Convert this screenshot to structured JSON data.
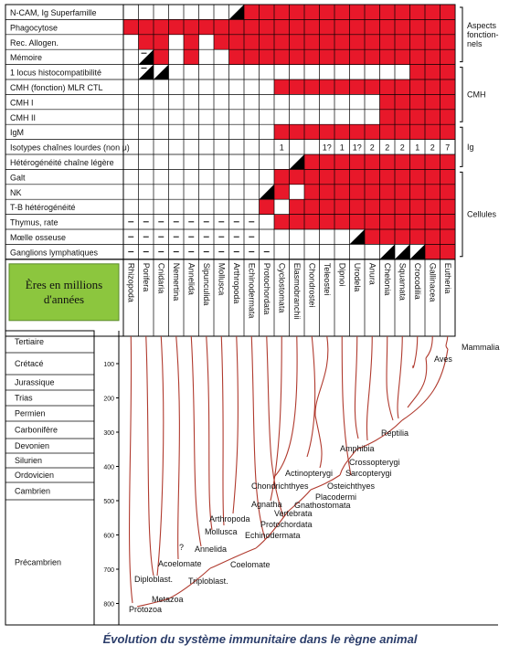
{
  "features": [
    {
      "label": "N-CAM, Ig Superfamille",
      "small": false
    },
    {
      "label": "Phagocytose",
      "small": false
    },
    {
      "label": "Rec. Allogen.",
      "small": false
    },
    {
      "label": "Mémoire",
      "small": false
    },
    {
      "label": "1 locus histocompatibilité",
      "small": false
    },
    {
      "label": "CMH (fonction) MLR CTL",
      "small": false
    },
    {
      "label": "CMH I",
      "small": false
    },
    {
      "label": "CMH II",
      "small": false
    },
    {
      "label": "IgM",
      "small": false
    },
    {
      "label": "Isotypes chaînes lourdes (non μ)",
      "small": true
    },
    {
      "label": "Hétérogénéité chaîne légère",
      "small": true
    },
    {
      "label": "Galt",
      "small": false
    },
    {
      "label": "NK",
      "small": false
    },
    {
      "label": "T-B hétérogénéité",
      "small": false
    },
    {
      "label": "Thymus, rate",
      "small": false
    },
    {
      "label": "Mœlle osseuse",
      "small": false
    },
    {
      "label": "Ganglions lymphatiques",
      "small": false
    }
  ],
  "taxa": [
    "Rhizopoda",
    "Porifera",
    "Cnidaria",
    "Nemertina",
    "Annelida",
    "Sipunculida",
    "Mollusca",
    "Arthropoda",
    "Echinodermata",
    "Protochordata",
    "Cyclostomata",
    "Elasmobranchii",
    "Chondrostei",
    "Teleostei",
    "Dipnoi",
    "Urodela",
    "Anura",
    "Chelonia",
    "Squamata",
    "Crocodilia",
    "Gallinacea",
    "Eutheria"
  ],
  "grid": [
    "____TTTTTTTTTTTTTTTTTT",
    "______________________",
    "______________________",
    "_DD___________________",
    "__________________________",
    "______________________",
    "______________________",
    "______________________",
    "______________________",
    "______________________",
    "______________________",
    "______________________",
    "______________________",
    "______________________",
    "______________________",
    "______________________",
    "______________________"
  ],
  "matrix": [
    "0000000Trrrrrrrrrrrrrr",
    "rrrrrrrrrrrrrrrrrrrrrr",
    "0rr0r0rrrrrrrrrrrrrrrr",
    "0Dr0r00rrrrrrrrrrrrrrr",
    "0DT0000000000000000rrr",
    "0000000000rrrrrrrrrrrr",
    "00000000000000000rrrrr",
    "00000000000000000rrrrr",
    "0000000000rrrrrrrrrrrr",
    "0000000000000000000000",
    "00000000000Trrrrrrrrrr",
    "0000000000rrrrrrrrrrrr",
    "000000000Tr0rrrrrrrrrr",
    "000000000r0rrrrrrrrrrr",
    "0000000000rrrrrrrrrrrr",
    "000000000000000Trrrrrr",
    "00000000000000000TTTrr"
  ],
  "dash_rows": [
    {
      "row": 14,
      "cols": "---------"
    },
    {
      "row": 15,
      "cols": "---------"
    },
    {
      "row": 16,
      "cols": "----------"
    }
  ],
  "isotype_numbers": [
    "",
    "",
    "",
    "",
    "",
    "",
    "",
    "",
    "",
    "",
    "1",
    "",
    "",
    "1?",
    "1",
    "1?",
    "2",
    "2",
    "2",
    "1",
    "2",
    "7"
  ],
  "groups": [
    {
      "label": "Aspects fonctionnels",
      "lines": [
        "Aspects",
        "fonction-",
        "nels"
      ]
    },
    {
      "label": "CMH",
      "lines": [
        "CMH"
      ]
    },
    {
      "label": "Ig",
      "lines": [
        "Ig"
      ]
    },
    {
      "label": "Cellules",
      "lines": [
        "Cellules"
      ]
    }
  ],
  "eras_box": {
    "lines": [
      "Ères en millions",
      "d'années"
    ]
  },
  "eras": [
    "Tertiaire",
    "Crétacé",
    "Jurassique",
    "Trias",
    "Permien",
    "Carbonifère",
    "Devonien",
    "Silurien",
    "Ordovicien",
    "Cambrien",
    "Précambrien"
  ],
  "time_axis": [
    "100",
    "200",
    "300",
    "400",
    "500",
    "600",
    "700",
    "800"
  ],
  "tree_labels": [
    "Mammalia",
    "Aves",
    "Reptilia",
    "Amphibia",
    "Crossopterygi",
    "Sarcopterygi",
    "Actinopterygi",
    "Osteichthyes",
    "Chondrichthyes",
    "Placodermi",
    "Agnatha",
    "Gnathostomata",
    "Vertebrata",
    "Protochordata",
    "Echinodermata",
    "Arthropoda",
    "Mollusca",
    "Annelida",
    "?",
    "Acoelomate",
    "Coelomate",
    "Diploblast.",
    "Triploblast.",
    "Metazoa",
    "Protozoa"
  ],
  "caption": "Évolution du système immunitaire dans le règne animal",
  "colors": {
    "red": "#e8182a",
    "green": "#8cc63e",
    "line": "#b03a2e",
    "caption": "#2c3e6b"
  }
}
